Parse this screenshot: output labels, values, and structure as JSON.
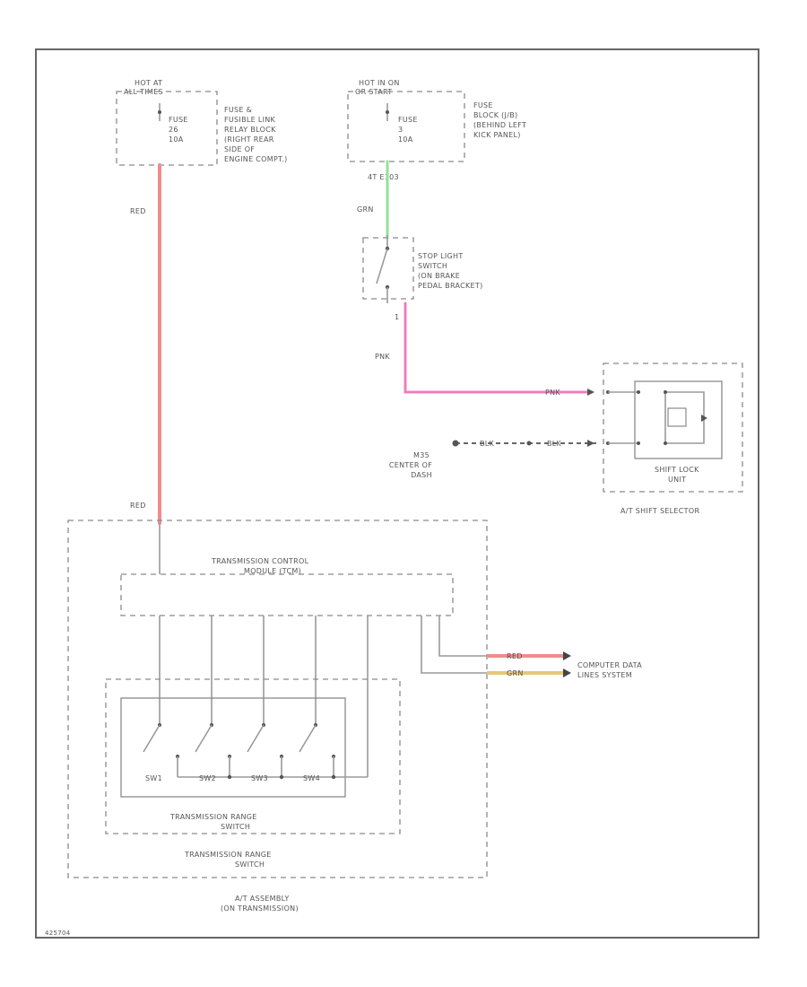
{
  "colors": {
    "red_wire": "#f28b8b",
    "pink_wire": "#f07cbf",
    "green_wire": "#93e29b",
    "yellow_wire": "#e8c77a",
    "black_wire": "#333333",
    "gray_wire": "#9a9a9a"
  },
  "hot_at_left": [
    "HOT AT",
    "ALL TIMES"
  ],
  "fuse_left": [
    "FUSE",
    "26",
    "10A"
  ],
  "fuse_left_location": [
    "FUSE &",
    "FUSIBLE LINK",
    "RELAY BLOCK",
    "(RIGHT REAR",
    "SIDE OF",
    "ENGINE COMPT.)"
  ],
  "hot_at_right": [
    "HOT IN ON",
    "OR START"
  ],
  "fuse_right": [
    "FUSE",
    "3",
    "10A"
  ],
  "fuse_right_location": [
    "FUSE",
    "BLOCK (J/B)",
    "(BEHIND LEFT",
    "KICK PANEL)"
  ],
  "connector_ref": "4T  E103",
  "wire_grn": "GRN",
  "stop_light_switch": [
    "STOP LIGHT",
    "SWITCH",
    "(ON BRAKE",
    "PEDAL BRACKET)"
  ],
  "pin_mark": "1",
  "wire_pnk_vertical": "PNK",
  "wire_pnk_horizontal": "PNK",
  "wire_blk_1": "BLK",
  "wire_blk_2": "BLK",
  "ground_label": [
    "M35",
    "CENTER OF",
    "DASH"
  ],
  "shift_lock_unit": [
    "SHIFT LOCK",
    "UNIT"
  ],
  "at_shift_selector": "A/T SHIFT SELECTOR",
  "wire_red_top": "RED",
  "wire_red_bottom": "RED",
  "tcm": [
    "TRANSMISSION CONTROL",
    "MODULE (TCM)"
  ],
  "switch_labels": [
    "SW1",
    "SW2",
    "SW3",
    "SW4"
  ],
  "trs_inner": [
    "TRANSMISSION RANGE",
    "SWITCH"
  ],
  "trs_outer": [
    "TRANSMISSION RANGE",
    "SWITCH"
  ],
  "at_assembly": [
    "A/T ASSEMBLY",
    "(ON TRANSMISSION)"
  ],
  "wire_red_can": "RED",
  "wire_grn_can": "GRN",
  "computer_data_lines": [
    "COMPUTER DATA",
    "LINES SYSTEM"
  ],
  "figure_id": "425704"
}
